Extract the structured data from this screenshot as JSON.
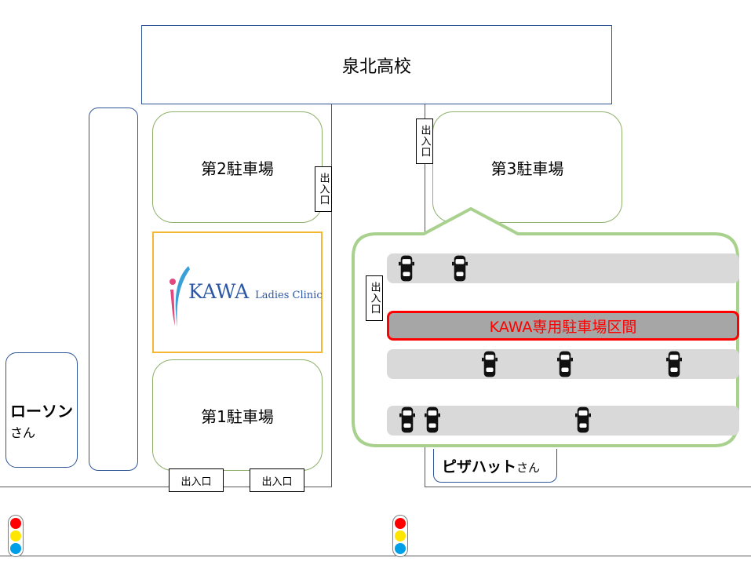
{
  "school": {
    "name": "泉北高校"
  },
  "lots": {
    "lot2": "第2駐車場",
    "lot3": "第3駐車場",
    "lot1": "第1駐車場"
  },
  "stores": {
    "lawson_name": "ローソン",
    "lawson_honorific": "さん",
    "pizza_name": "ピザハット",
    "pizza_honorific": "さん"
  },
  "clinic": {
    "brand": "KAWA",
    "subtitle": "Ladies Clinic"
  },
  "gates": {
    "label": "出入口"
  },
  "exclusive_zone": {
    "label": "KAWA専用駐車場区間",
    "color": "#ff0000"
  },
  "colors": {
    "lot_border": "#8db06b",
    "building_border": "#2f5597",
    "clinic_border": "#f5b731",
    "callout_border": "#a9d18e",
    "row_fill": "#d9d9d9"
  },
  "icons": [
    "car-icon",
    "traffic-signal-icon",
    "clinic-logo-icon"
  ]
}
